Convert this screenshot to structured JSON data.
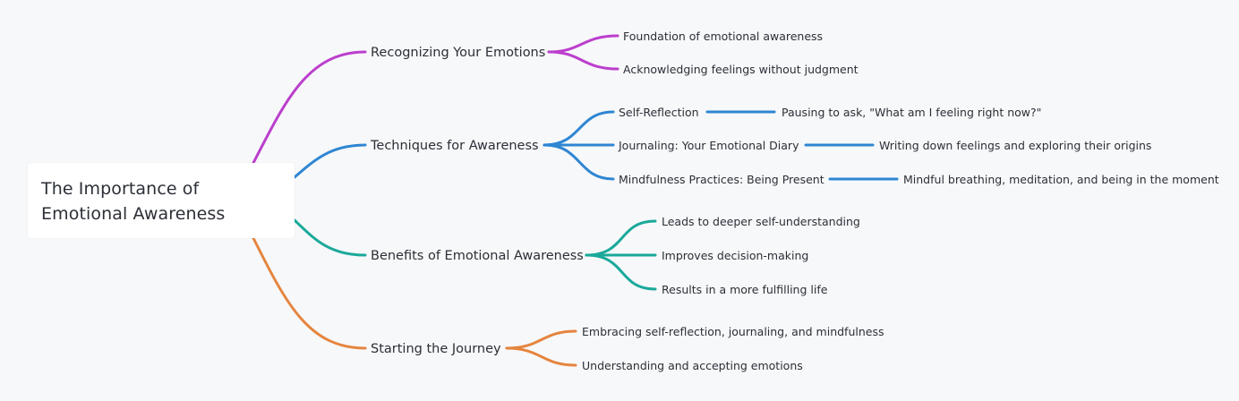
{
  "root": {
    "title": "The Importance of Emotional Awareness"
  },
  "colors": {
    "recognizing": "#bb3fcc",
    "techniques": "#2f86d3",
    "benefits": "#1aa99a",
    "journey": "#e5853f"
  },
  "branches": {
    "recognizing": {
      "label": "Recognizing Your Emotions",
      "children": [
        "Foundation of emotional awareness",
        "Acknowledging feelings without judgment"
      ]
    },
    "techniques": {
      "label": "Techniques for Awareness",
      "children": [
        {
          "label": "Self-Reflection",
          "detail": "Pausing to ask, \"What am I feeling right now?\""
        },
        {
          "label": "Journaling: Your Emotional Diary",
          "detail": "Writing down feelings and exploring their origins"
        },
        {
          "label": "Mindfulness Practices: Being Present",
          "detail": "Mindful breathing, meditation, and being in the moment"
        }
      ]
    },
    "benefits": {
      "label": "Benefits of Emotional Awareness",
      "children": [
        "Leads to deeper self-understanding",
        "Improves decision-making",
        "Results in a more fulfilling life"
      ]
    },
    "journey": {
      "label": "Starting the Journey",
      "children": [
        "Embracing self-reflection, journaling, and mindfulness",
        "Understanding and accepting emotions"
      ]
    }
  }
}
